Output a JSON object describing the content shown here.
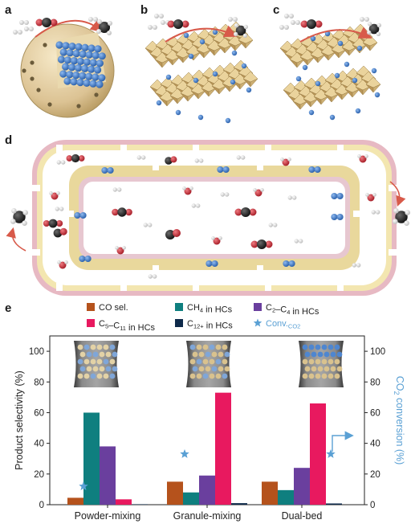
{
  "panels": {
    "a": "a",
    "b": "b",
    "c": "c",
    "d": "d",
    "e": "e"
  },
  "colors": {
    "co_sel": "#b5521c",
    "ch4": "#0f7f7f",
    "c2c4": "#6a3f9e",
    "c5c11": "#e8195f",
    "c12": "#0e2a4a",
    "conv": "#5aa0d4",
    "oxide": "#d8c08c",
    "oxide_dark": "#a98d55",
    "zeolite_blue": "#3b78c4",
    "oxygen_red": "#c9303a",
    "carbon_black": "#2a2a2a",
    "hydrogen_white": "#e4e4e4",
    "pink_wall": "#e7b9c3",
    "yellow_wall": "#efe1a6"
  },
  "chart_data": {
    "type": "bar",
    "categories": [
      "Powder-mixing",
      "Granule-mixing",
      "Dual-bed"
    ],
    "series": [
      {
        "name": "CO sel.",
        "values": [
          4.5,
          15,
          15
        ]
      },
      {
        "name": "CH₄ in HCs",
        "values": [
          60,
          8,
          9.5
        ]
      },
      {
        "name": "C₂–C₄ in HCs",
        "values": [
          38,
          19,
          24
        ]
      },
      {
        "name": "C₅–C₁₁ in HCs",
        "values": [
          3.5,
          73,
          66
        ]
      },
      {
        "name": "C₁₂₊ in HCs",
        "values": [
          0.3,
          1,
          0.8
        ]
      }
    ],
    "conversion": {
      "name": "Conv.CO2",
      "values": [
        12,
        33,
        33
      ]
    },
    "ylabel": "Product selectivity (%)",
    "y2label": "CO₂ conversion (%)",
    "ylim": [
      0,
      110
    ],
    "y2lim": [
      0,
      110
    ],
    "yticks": [
      0,
      20,
      40,
      60,
      80,
      100
    ],
    "legend": {
      "co_sel": "CO sel.",
      "ch4_main": "CH",
      "ch4_sub": "4",
      "ch4_rest": " in HCs",
      "c2c4_a": "C",
      "c2c4_sub1": "2",
      "c2c4_mid": "–C",
      "c2c4_sub2": "4",
      "c2c4_rest": " in HCs",
      "c5c11_a": "C",
      "c5c11_sub1": "5",
      "c5c11_mid": "–C",
      "c5c11_sub2": "11",
      "c5c11_rest": " in HCs",
      "c12_a": "C",
      "c12_sub": "12+",
      "c12_rest": " in HCs",
      "conv_a": "Conv.",
      "conv_sub": "CO2"
    },
    "y2label_parts": {
      "a": "CO",
      "sub": "2",
      "rest": " conversion (%)"
    }
  }
}
